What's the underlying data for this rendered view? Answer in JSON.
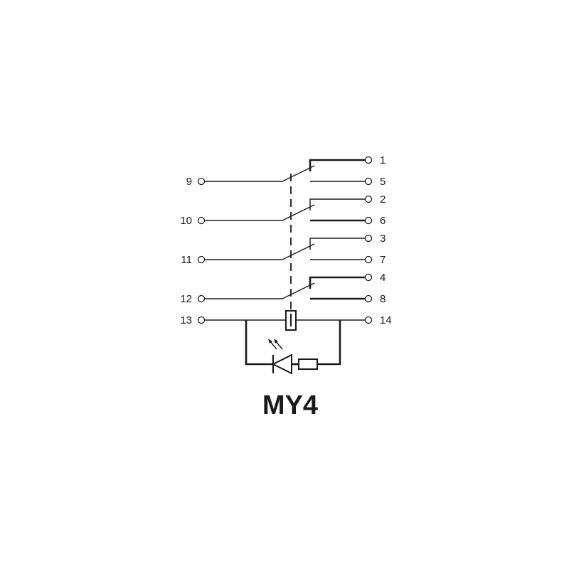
{
  "diagram": {
    "title": "MY4",
    "terminals": {
      "t1": "1",
      "t2": "2",
      "t3": "3",
      "t4": "4",
      "t5": "5",
      "t6": "6",
      "t7": "7",
      "t8": "8",
      "t9": "9",
      "t10": "10",
      "t11": "11",
      "t12": "12",
      "t13": "13",
      "t14": "14"
    },
    "components": [
      "relay-coil-icon",
      "led-indicator-icon",
      "resistor-icon",
      "changeover-contact-icon"
    ],
    "colors": {
      "ink": "#1a1a1a",
      "background": "#ffffff"
    }
  }
}
